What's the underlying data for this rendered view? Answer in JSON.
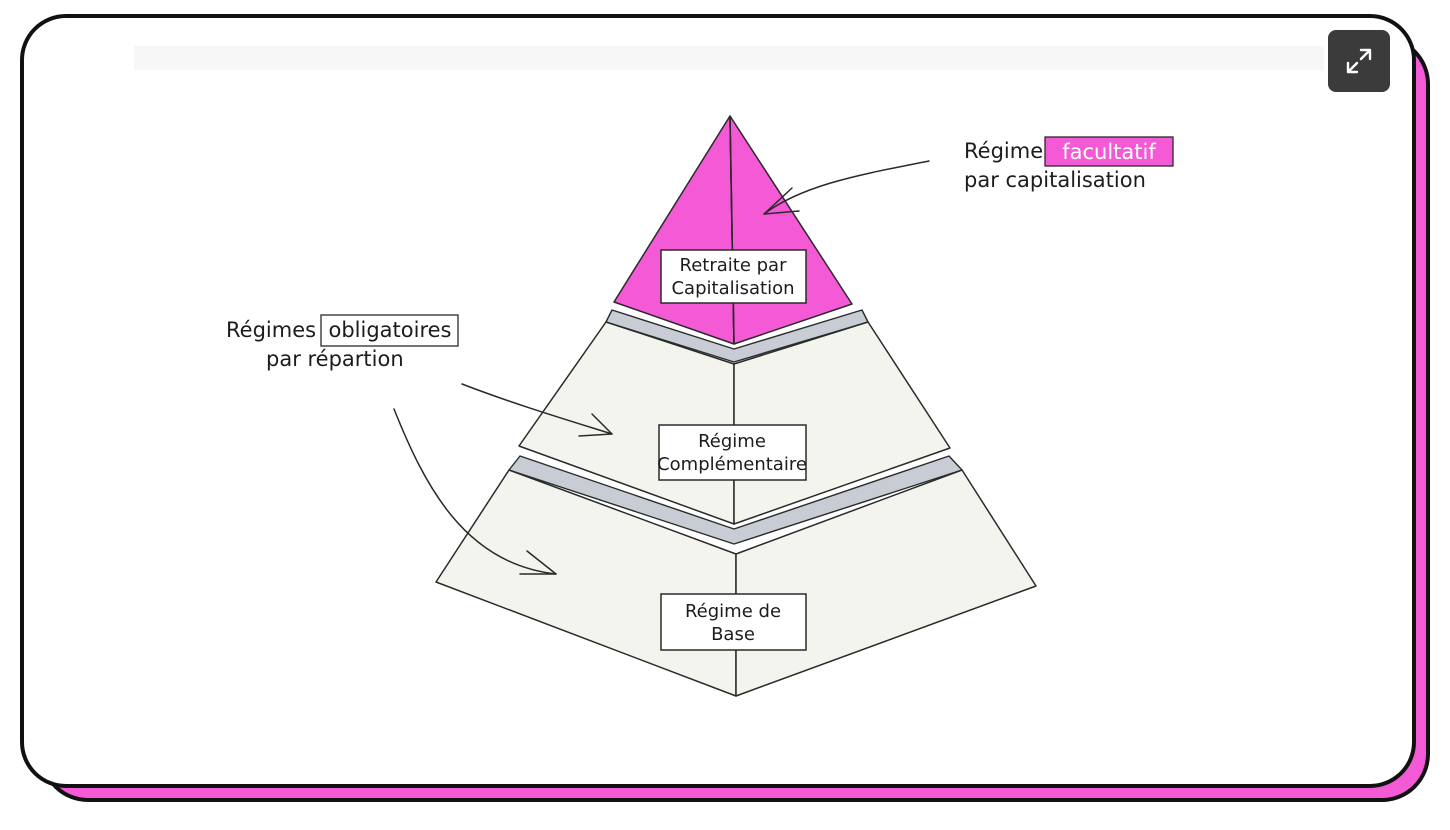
{
  "diagram": {
    "top_tier_label_line1": "Retraite par",
    "top_tier_label_line2": "Capitalisation",
    "middle_tier_label_line1": "Régime",
    "middle_tier_label_line2": "Complémentaire",
    "base_tier_label_line1": "Régime de",
    "base_tier_label_line2": "Base",
    "right_annotation_word1": "Régime",
    "right_annotation_highlight": "facultatif",
    "right_annotation_line2": "par capitalisation",
    "left_annotation_word1": "Régimes",
    "left_annotation_boxed": "obligatoires",
    "left_annotation_line2": "par répartion"
  },
  "colors": {
    "accent_pink": "#f45ad6",
    "tier_fill": "#f4f4ef",
    "separator_gray": "#c8ccd4",
    "stroke": "#2a2a2a"
  },
  "toolbar": {
    "expand_icon": "expand-icon"
  }
}
